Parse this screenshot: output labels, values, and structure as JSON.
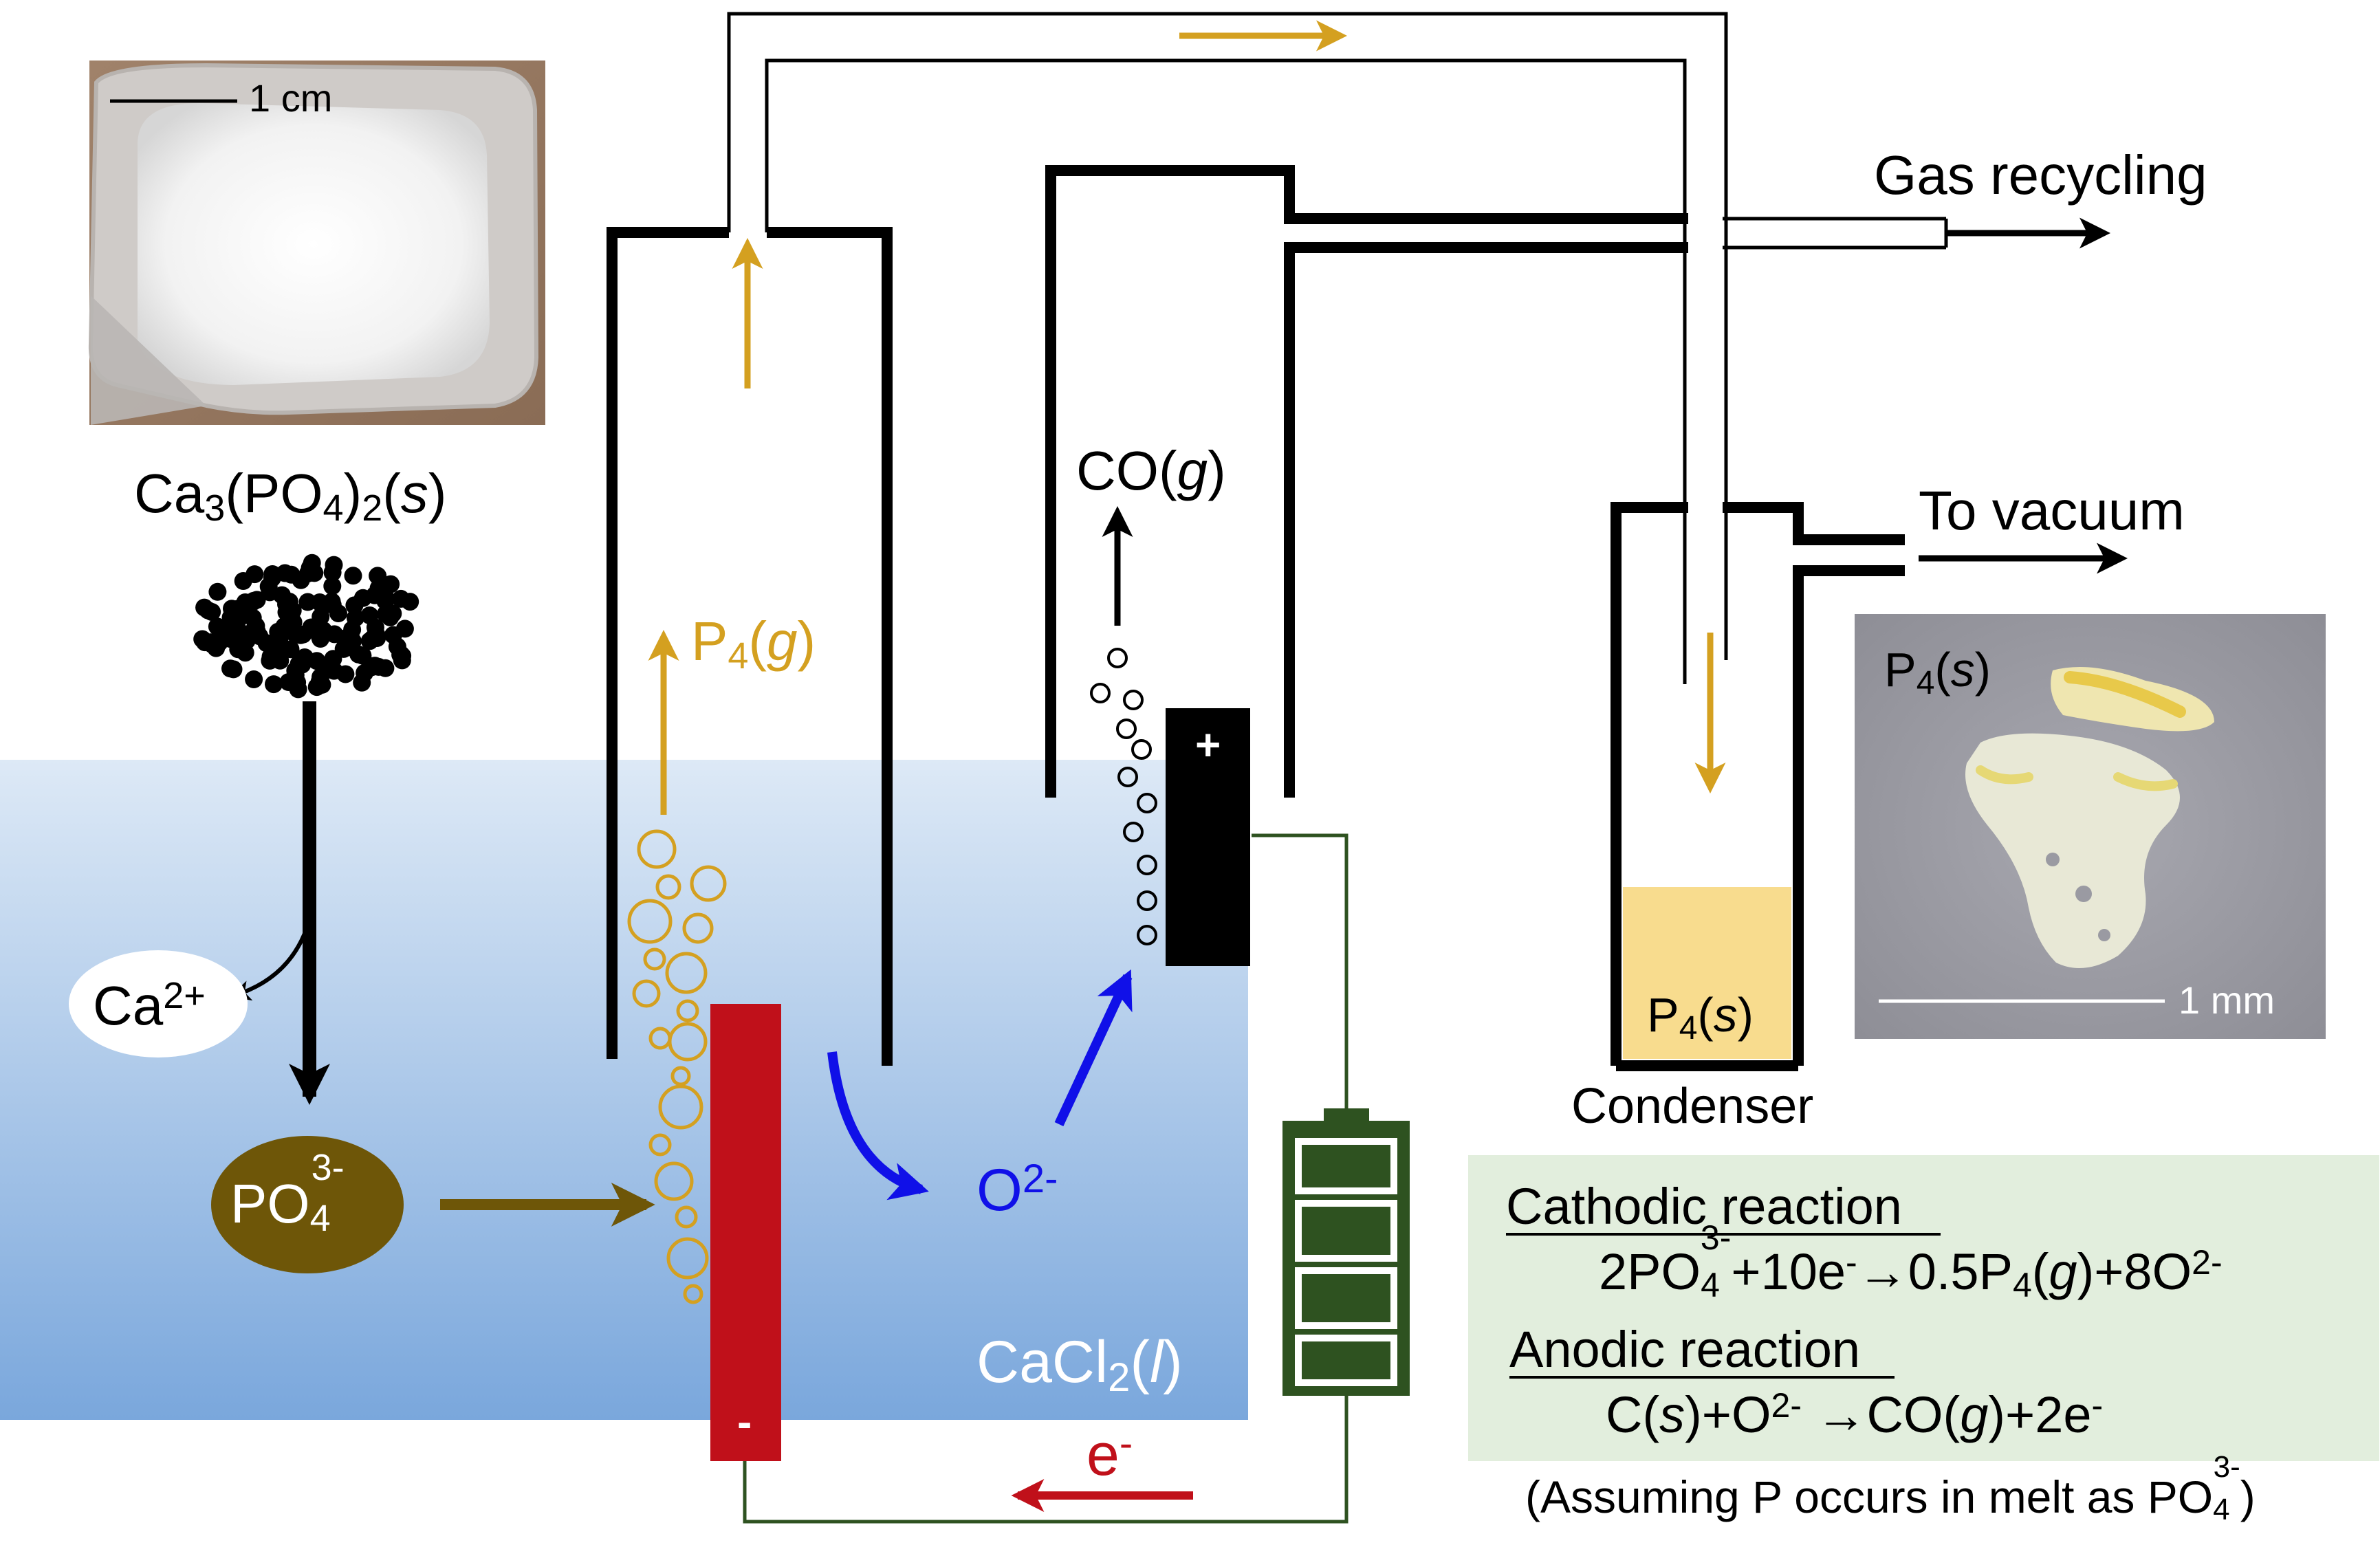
{
  "colors": {
    "gold": "#d4a020",
    "brown": "#6e5608",
    "blue": "#1010e8",
    "red": "#c0101a",
    "green": "#2e5220",
    "black": "#000000",
    "bath_top": "#dde9f6",
    "bath_bottom": "#7aa7dc",
    "eq_box": "#e2eedd",
    "p4_solid": "#f8dc8e"
  },
  "photo_top": {
    "scale": "1 cm"
  },
  "feed": {
    "base": "Ca",
    "sub1": "3",
    "paren_open": "(PO",
    "sub2": "4",
    "paren_close": ")",
    "sub3": "2",
    "state_open": "(",
    "state": "s",
    "state_close": ")"
  },
  "ions": {
    "ca_base": "Ca",
    "ca_sup": "2+",
    "po4_base": "PO",
    "po4_sub": "4",
    "po4_sup": "3-",
    "oxide_base": "O",
    "oxide_sup": "2-"
  },
  "gases": {
    "p4_base": "P",
    "p4_sub": "4",
    "p4_open": "(",
    "p4_state": "g",
    "p4_close": ")",
    "co_base": "CO(",
    "co_state": "g",
    "co_close": ")"
  },
  "bath": {
    "base": "CaCl",
    "sub": "2",
    "open": "(",
    "state": "l",
    "close": ")"
  },
  "electrodes": {
    "cathode_sign": "-",
    "anode_sign": "+"
  },
  "electron": {
    "base": "e",
    "sup": "-"
  },
  "outlets": {
    "gas_recycling": "Gas recycling",
    "to_vacuum": "To vacuum"
  },
  "condenser": {
    "label": "Condenser",
    "p4_base": "P",
    "p4_sub": "4",
    "p4_open": "(",
    "p4_state": "s",
    "p4_close": ")"
  },
  "photo_right": {
    "p4_base": "P",
    "p4_sub": "4",
    "p4_open": "(",
    "p4_state": "s",
    "p4_close": ")",
    "scale": "1 mm"
  },
  "equations": {
    "cathodic_title": "Cathodic reaction",
    "cathodic": {
      "a": "2PO",
      "a_sub": "4",
      "a_sup": "3-",
      "b": "+10e",
      "b_sup": "-",
      "c": "→0.5P",
      "c_sub": "4",
      "d": "(",
      "d_state": "g",
      "e": ")+8O",
      "e_sup": "2-"
    },
    "anodic_title": "Anodic reaction",
    "anodic": {
      "a": "C(",
      "a_state": "s",
      "b": ")+O",
      "b_sup": "2-",
      "c": " →CO(",
      "c_state": "g",
      "d": ")+2e",
      "d_sup": "-"
    },
    "note": {
      "a": "(Assuming P occurs in melt as PO",
      "a_sub": "4",
      "a_sup": "3-",
      "b": ")"
    }
  }
}
